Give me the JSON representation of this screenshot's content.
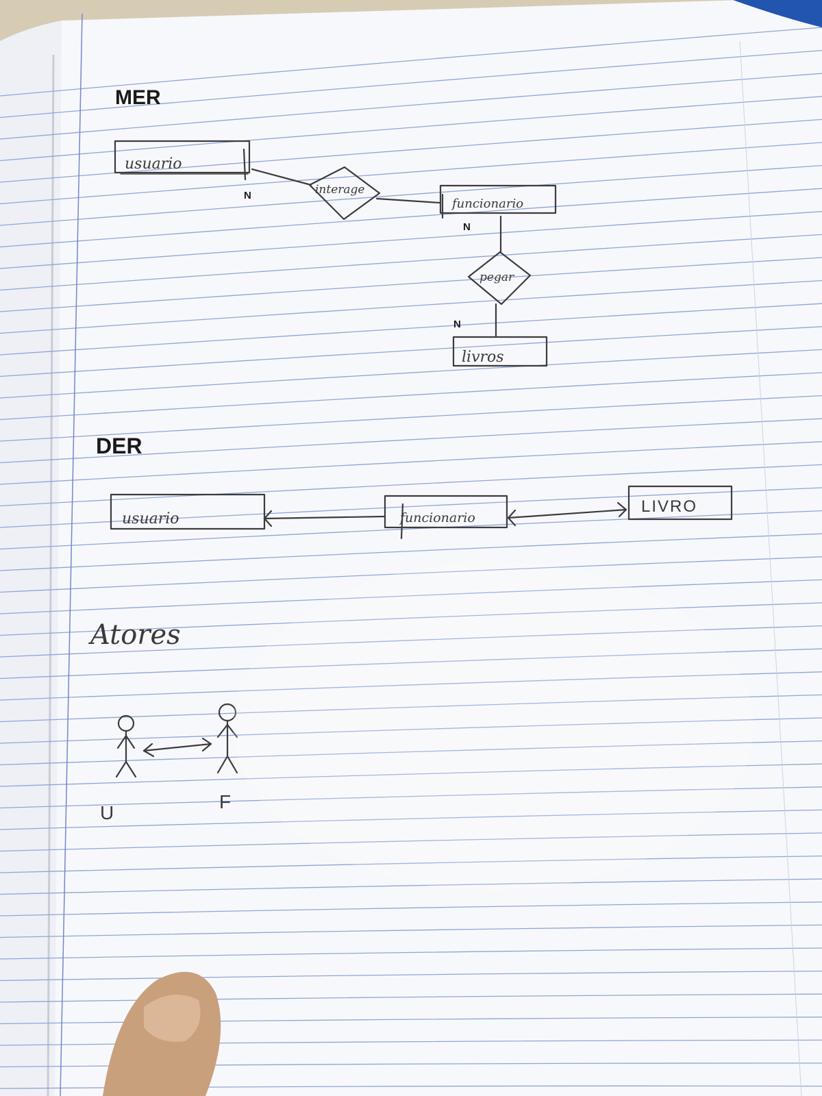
{
  "mer": {
    "heading": "MER",
    "entity_usuario": "usuario",
    "relation_interage": "interage",
    "entity_funcionario": "funcionario",
    "relation_pegar": "pegar",
    "entity_livros": "livros",
    "card_usuario": "N",
    "card_funcionario": "N",
    "card_livros": "N"
  },
  "der": {
    "heading": "DER",
    "entity_usuario": "usuario",
    "entity_funcionario": "funcionario",
    "entity_livro": "LIVRO"
  },
  "atores": {
    "heading": "Atores",
    "actor_u_label": "U",
    "actor_f_label": "F"
  },
  "colors": {
    "paper": "#f7f8fb",
    "rule_lines": "#8fa4d8",
    "margin_line": "#6f88cf",
    "ink": "#3c3c3c"
  },
  "icons": [
    "stick-figure-icon",
    "double-arrow-icon",
    "diamond-relation-icon"
  ]
}
